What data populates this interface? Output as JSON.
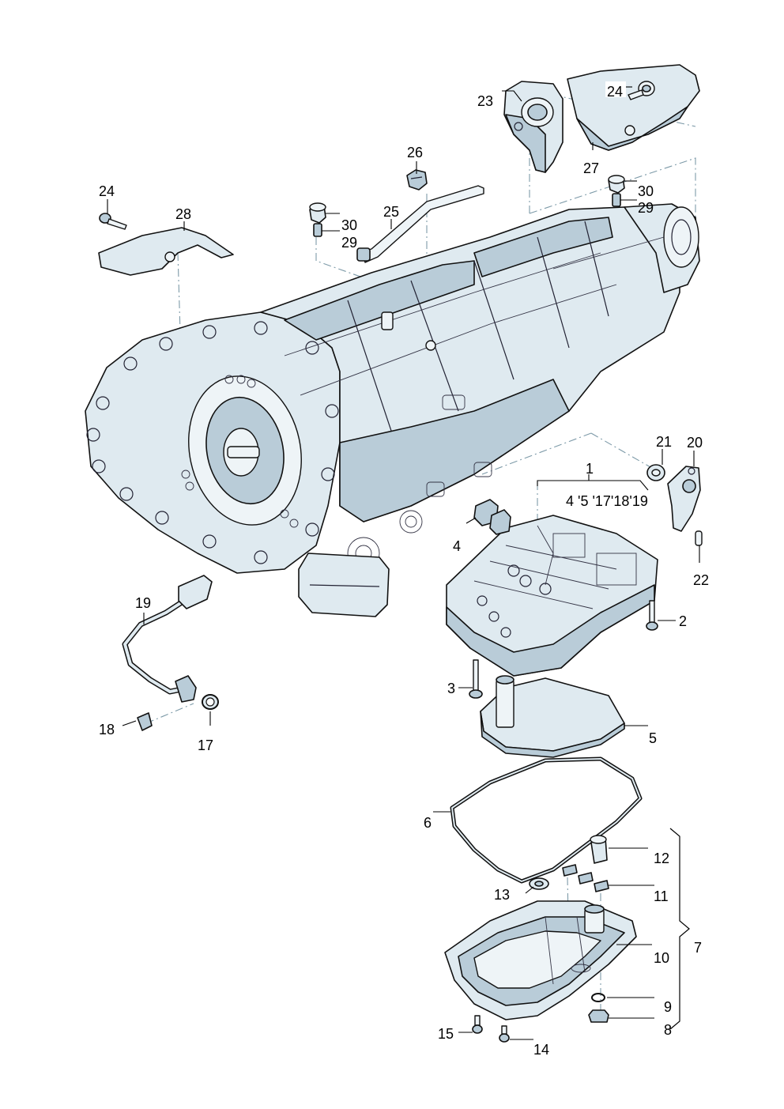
{
  "callouts": {
    "c1": "1",
    "c1_sub": "4 '5 '17'18'19",
    "c2": "2",
    "c3": "3",
    "c4": "4",
    "c5": "5",
    "c6": "6",
    "c7": "7",
    "c8": "8",
    "c9": "9",
    "c10": "10",
    "c11": "11",
    "c12": "12",
    "c13": "13",
    "c14": "14",
    "c15": "15",
    "c17": "17",
    "c18": "18",
    "c19": "19",
    "c20": "20",
    "c21": "21",
    "c22": "22",
    "c23": "23",
    "c24a": "24",
    "c24b": "24",
    "c25": "25",
    "c26": "26",
    "c27": "27",
    "c28": "28",
    "c29a": "29",
    "c29b": "29",
    "c30a": "30",
    "c30b": "30"
  },
  "colors": {
    "part_fill": "#dfeaf0",
    "part_shade": "#b9ccd8",
    "outline": "#111111",
    "dash_line": "#7d9aa8"
  }
}
